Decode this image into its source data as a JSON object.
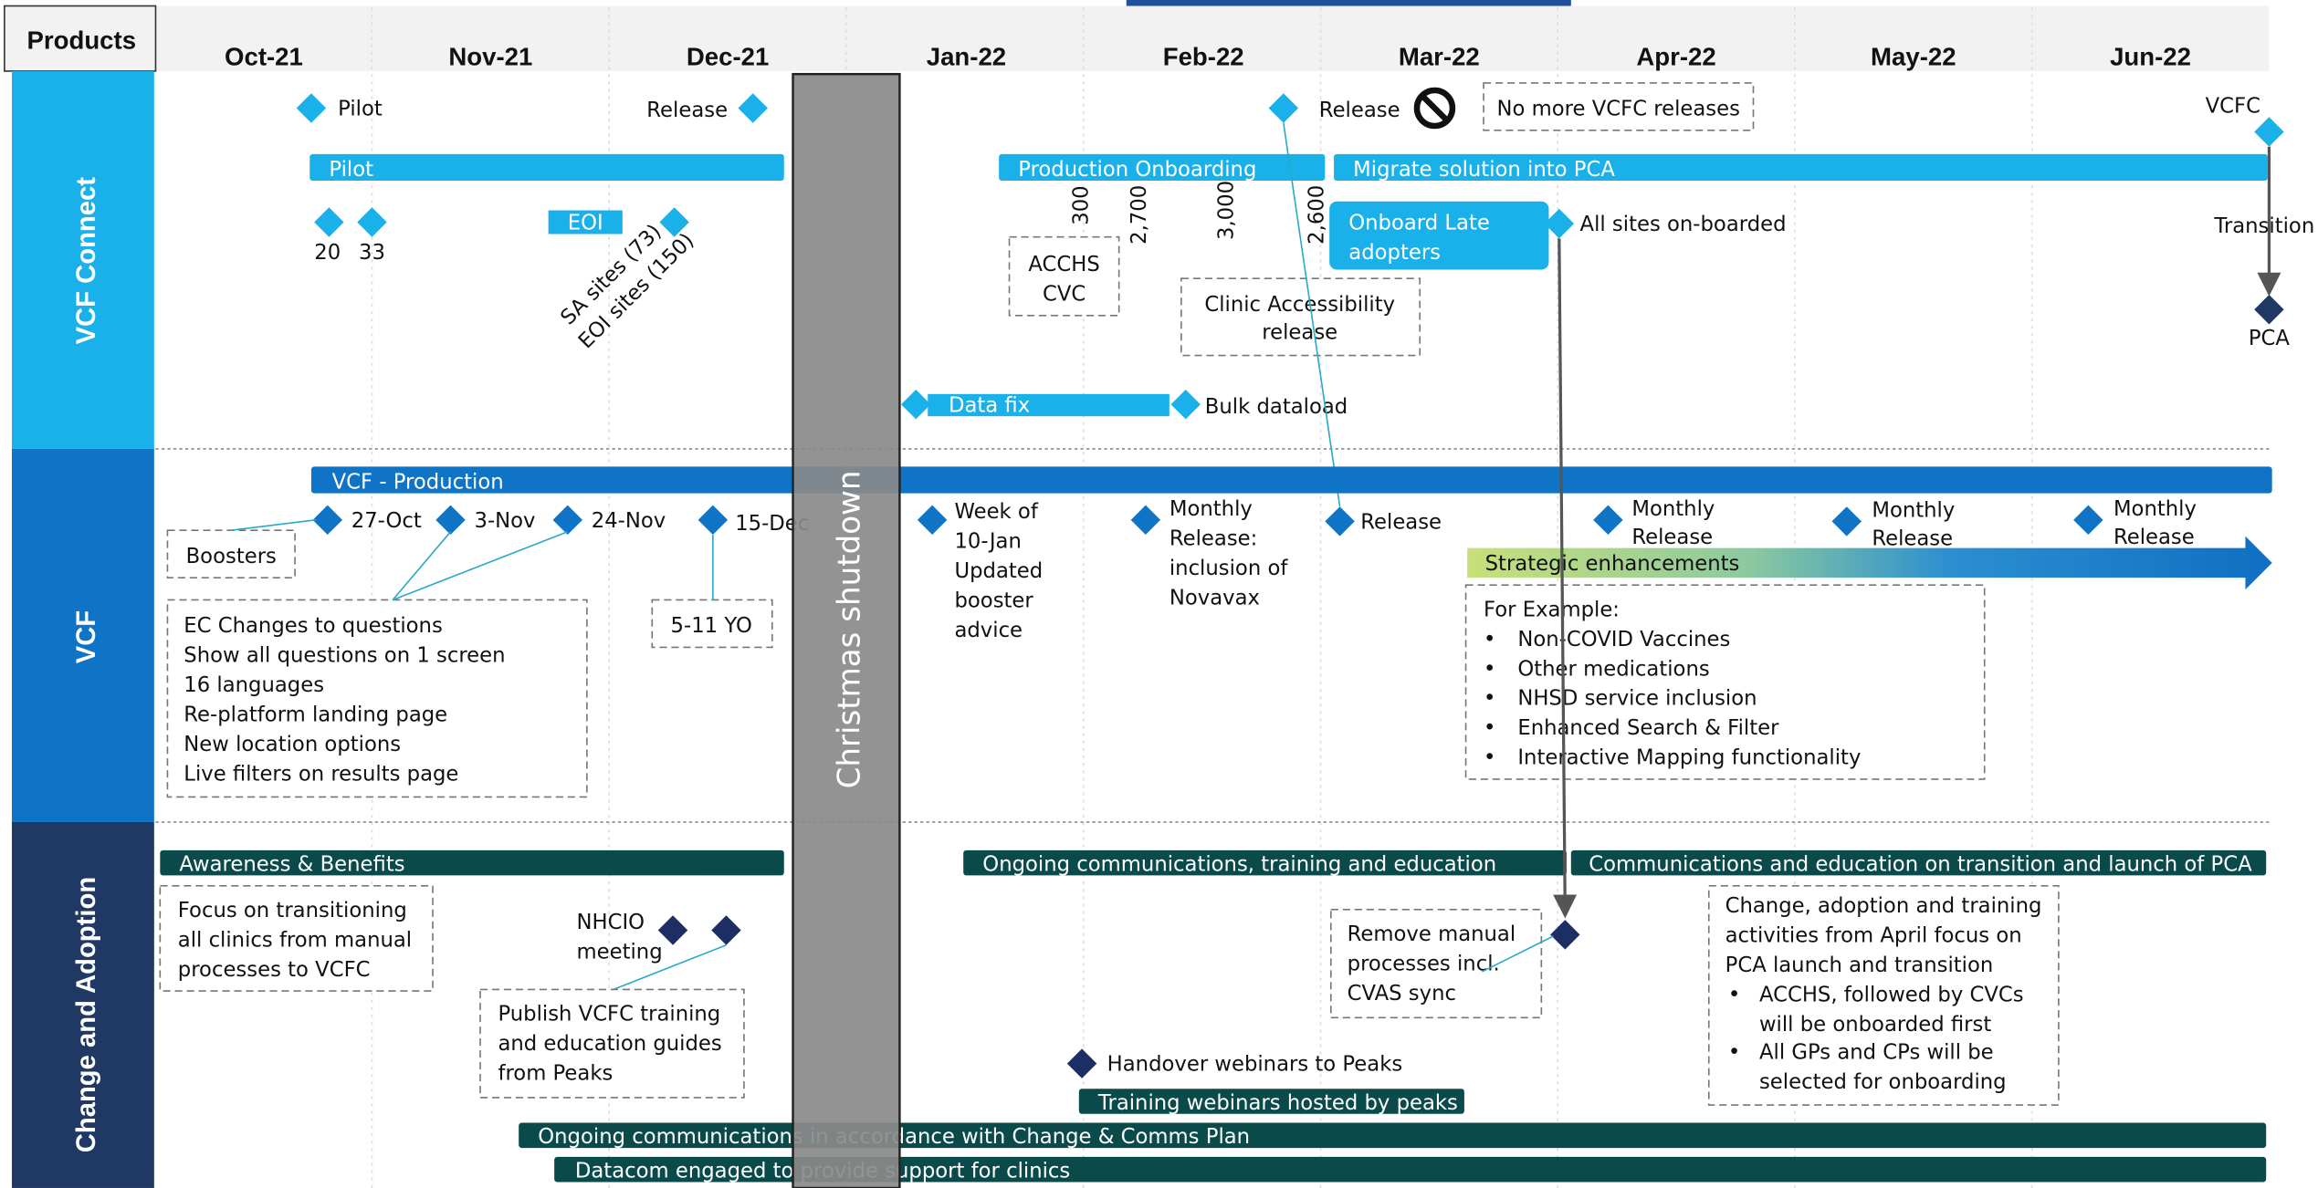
{
  "header": {
    "products_label": "Products",
    "months": [
      "Oct-21",
      "Nov-21",
      "Dec-21",
      "Jan-22",
      "Feb-22",
      "Mar-22",
      "Apr-22",
      "May-22",
      "Jun-22"
    ]
  },
  "lanes": {
    "vcf_connect": "VCF Connect",
    "vcf": "VCF",
    "change": "Change and Adoption"
  },
  "shutdown": "Christmas shutdown",
  "connect": {
    "pilot_milestone": "Pilot",
    "release_dec": "Release",
    "release_feb": "Release",
    "no_more": "No more VCFC releases",
    "vcfc": "VCFC",
    "pilot_bar": "Pilot",
    "prod_onboarding": "Production Onboarding",
    "migrate": "Migrate solution into PCA",
    "n20": "20",
    "n33": "33",
    "eoi": "EOI",
    "sa_sites": "SA sites (73)",
    "eoi_sites": "EOI sites (150)",
    "n300": "300",
    "n2700": "2,700",
    "n3000": "3,000",
    "n2600": "2,600",
    "acchs1": "ACCHS",
    "acchs2": "CVC",
    "onboard1": "Onboard Late",
    "onboard2": "adopters",
    "all_sites": "All sites on-boarded",
    "transition": "Transition",
    "pca": "PCA",
    "clinic1": "Clinic Accessibility",
    "clinic2": "release",
    "datafix": "Data fix",
    "bulk": "Bulk dataload"
  },
  "vcf": {
    "production": "VCF - Production",
    "d27oct": "27-Oct",
    "d3nov": "3-Nov",
    "d24nov": "24-Nov",
    "d15dec": "15-Dec",
    "boosters": "Boosters",
    "ec_lines": [
      "EC Changes to questions",
      "Show all questions on 1 screen",
      "16 languages",
      "Re-platform landing page",
      "New location options",
      "Live filters on results page"
    ],
    "yo": "5-11 YO",
    "week_lines": [
      "Week of",
      "10-Jan",
      "Updated",
      "booster",
      "advice"
    ],
    "monthly_feb": [
      "Monthly",
      "Release:",
      "inclusion of",
      "Novavax"
    ],
    "release_mar": "Release",
    "monthly_apr": [
      "Monthly",
      "Release"
    ],
    "monthly_may": [
      "Monthly",
      "Release"
    ],
    "monthly_jun": [
      "Monthly",
      "Release"
    ],
    "strategic": "Strategic enhancements",
    "example_title": "For Example:",
    "example_items": [
      "Non-COVID Vaccines",
      "Other medications",
      "NHSD service inclusion",
      "Enhanced Search & Filter",
      "Interactive Mapping functionality"
    ]
  },
  "change": {
    "awareness": "Awareness & Benefits",
    "focus_lines": [
      "Focus on transitioning",
      "all clinics from manual",
      "processes to VCFC"
    ],
    "nhcio1": "NHCIO",
    "nhcio2": "meeting",
    "publish_lines": [
      "Publish VCFC training",
      "and education guides",
      "from Peaks"
    ],
    "ongoing_comms": "Ongoing communications, training and education",
    "comms_transition": "Communications and education on transition and launch of PCA",
    "remove_lines": [
      "Remove manual",
      "processes incl.",
      "CVAS sync"
    ],
    "adoption_lines": [
      "Change, adoption and training",
      "activities from April focus on",
      "PCA launch and transition"
    ],
    "adoption_bullets": [
      [
        "ACCHS, followed by CVCs",
        "will be onboarded first"
      ],
      [
        "All GPs and CPs will be",
        "selected for onboarding"
      ]
    ],
    "handover": "Handover webinars to Peaks",
    "training_webinars": "Training webinars hosted by peaks",
    "ongoing_plan": "Ongoing communications in accordance with Change & Comms Plan",
    "datacom": "Datacom engaged to provide support for clinics"
  },
  "colors": {
    "light_blue": "#1ab1ea",
    "mid_blue": "#0f74c6",
    "dark_navy": "#1f3864",
    "teal_dark": "#0b4a4a",
    "diamond_navy": "#1c2e63",
    "grey_shutdown": "#8a8a8a"
  }
}
